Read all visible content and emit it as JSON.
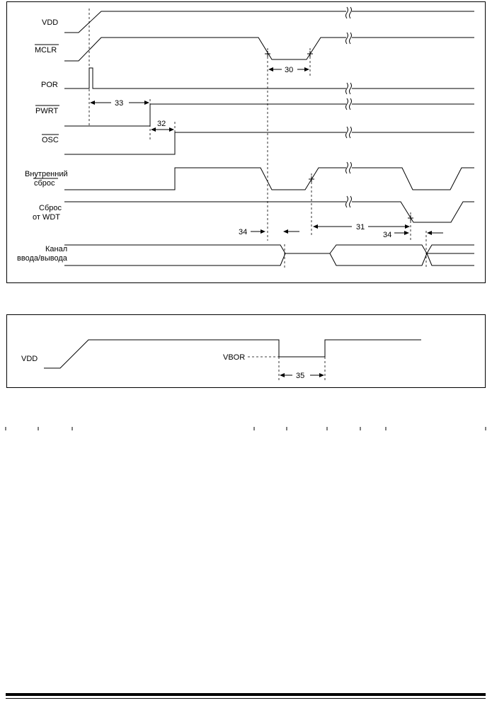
{
  "timing_diagram": {
    "signals": [
      {
        "name": "V",
        "sub": "DD",
        "overline": false
      },
      {
        "name": "MCLR",
        "overline": true
      },
      {
        "name": "POR",
        "overline": false
      },
      {
        "name": "PWRT",
        "overline": true
      },
      {
        "name": "OSC",
        "overline": true
      },
      {
        "name": "Внутренний",
        "name2": "сброс",
        "overline": false
      },
      {
        "name": "Сброс",
        "name2": "от WDT",
        "overline": false
      },
      {
        "name": "Канал",
        "name2": "ввода/вывода",
        "overline": false
      }
    ],
    "timings": {
      "t30": "30",
      "t31": "31",
      "t32": "32",
      "t33": "33",
      "t34a": "34",
      "t34b": "34"
    }
  },
  "bor_diagram": {
    "vdd_label": "V",
    "vdd_sub": "DD",
    "vbor_label": "V",
    "vbor_sub": "BOR",
    "timing": "35"
  }
}
